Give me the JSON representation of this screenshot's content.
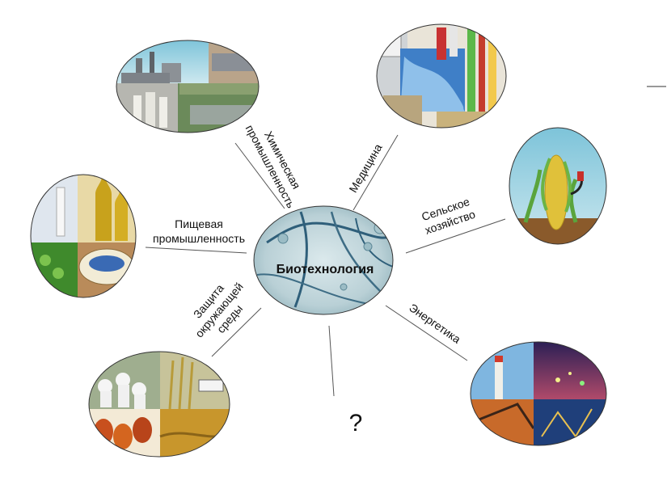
{
  "center": {
    "label": "Биотехнология"
  },
  "branches": [
    {
      "id": "chemical",
      "line1": "Химическая",
      "line2": "промышленность",
      "image": "chemical-plant-collage"
    },
    {
      "id": "medicine",
      "line1": "Медицина",
      "image": "laboratory-collage"
    },
    {
      "id": "agriculture",
      "line1": "Сельское",
      "line2": "хозяйство",
      "image": "corn-fuel-pump"
    },
    {
      "id": "energy",
      "line1": "Энергетика",
      "image": "power-plant-collage"
    },
    {
      "id": "environment",
      "line1": "Защита",
      "line2": "окружающей",
      "line3": "среды",
      "image": "environment-collage"
    },
    {
      "id": "food",
      "line1": "Пищевая",
      "line2": "промышленность",
      "image": "food-products-collage"
    }
  ],
  "unknown": {
    "label": "?"
  }
}
